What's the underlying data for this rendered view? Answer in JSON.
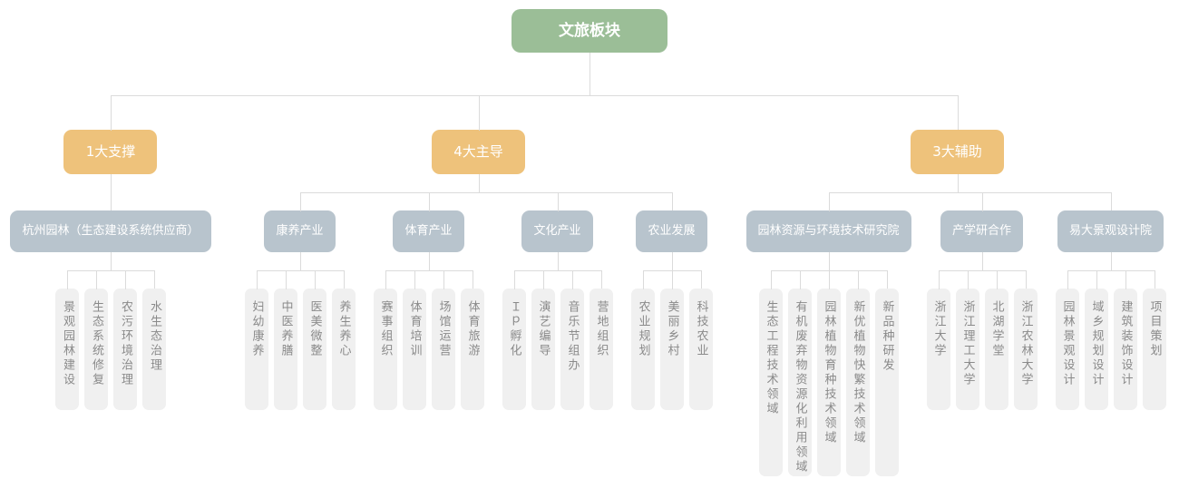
{
  "root": {
    "label": "文旅板块"
  },
  "branches": [
    {
      "label": "1大支撑",
      "groups": [
        {
          "label": "杭州园林（生态建设系统供应商）",
          "items": [
            "景观园林建设",
            "生态系统修复",
            "农污环境治理",
            "水生态治理"
          ]
        }
      ]
    },
    {
      "label": "4大主导",
      "groups": [
        {
          "label": "康养产业",
          "items": [
            "妇幼康养",
            "中医养膳",
            "医美微整",
            "养生养心"
          ]
        },
        {
          "label": "体育产业",
          "items": [
            "赛事组织",
            "体育培训",
            "场馆运营",
            "体育旅游"
          ]
        },
        {
          "label": "文化产业",
          "items": [
            "Ｉｐ孵化",
            "演艺编导",
            "音乐节组办",
            "营地组织"
          ]
        },
        {
          "label": "农业发展",
          "items": [
            "农业规划",
            "美丽乡村",
            "科技农业"
          ]
        }
      ]
    },
    {
      "label": "3大辅助",
      "groups": [
        {
          "label": "园林资源与环境技术研究院",
          "items": [
            "生态工程技术领域",
            "有机废弃物资源化利用领域",
            "园林植物育种技术领域",
            "新优植物快繁技术领域",
            "新品种研发"
          ]
        },
        {
          "label": "产学研合作",
          "items": [
            "浙江大学",
            "浙江理工大学",
            "北湖学堂",
            "浙江农林大学"
          ]
        },
        {
          "label": "易大景观设计院",
          "items": [
            "园林景观设计",
            "域乡规划设计",
            "建筑装饰设计",
            "项目策划"
          ]
        }
      ]
    }
  ],
  "colors": {
    "root_node": "#9BBE97",
    "branch_node": "#EEC27B",
    "group_node": "#B8C4CD",
    "leaf_background": "#F0F0F0",
    "leaf_text": "#8A8A8A",
    "connector_line": "#DBDBDB"
  }
}
